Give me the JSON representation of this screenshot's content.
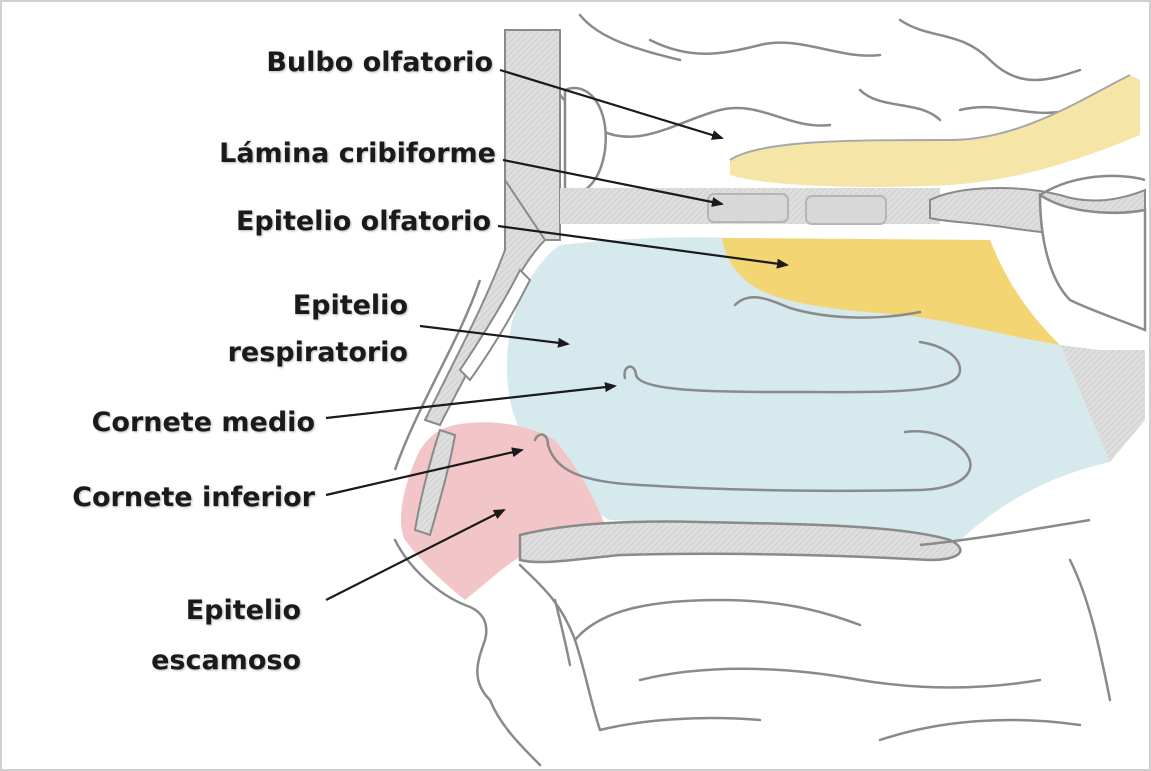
{
  "colors": {
    "respiratory": "#d6eaee",
    "olfactory_epithelium": "#f3d673",
    "olfactory_bulb": "#f5e6a8",
    "squamous": "#f2c6c8",
    "bone": "#dcdcdc",
    "outline": "#8a8a8a",
    "arrow": "#1a1a1a"
  },
  "labels": {
    "bulbo": "Bulbo olfatorio",
    "lamina": "Lámina cribiforme",
    "epitelio_olf": "Epitelio olfatorio",
    "epitelio_resp_1": "Epitelio",
    "epitelio_resp_2": "respiratorio",
    "cornete_medio": "Cornete medio",
    "cornete_inferior": "Cornete inferior",
    "epitelio_esc_1": "Epitelio",
    "epitelio_esc_2": "escamoso"
  }
}
